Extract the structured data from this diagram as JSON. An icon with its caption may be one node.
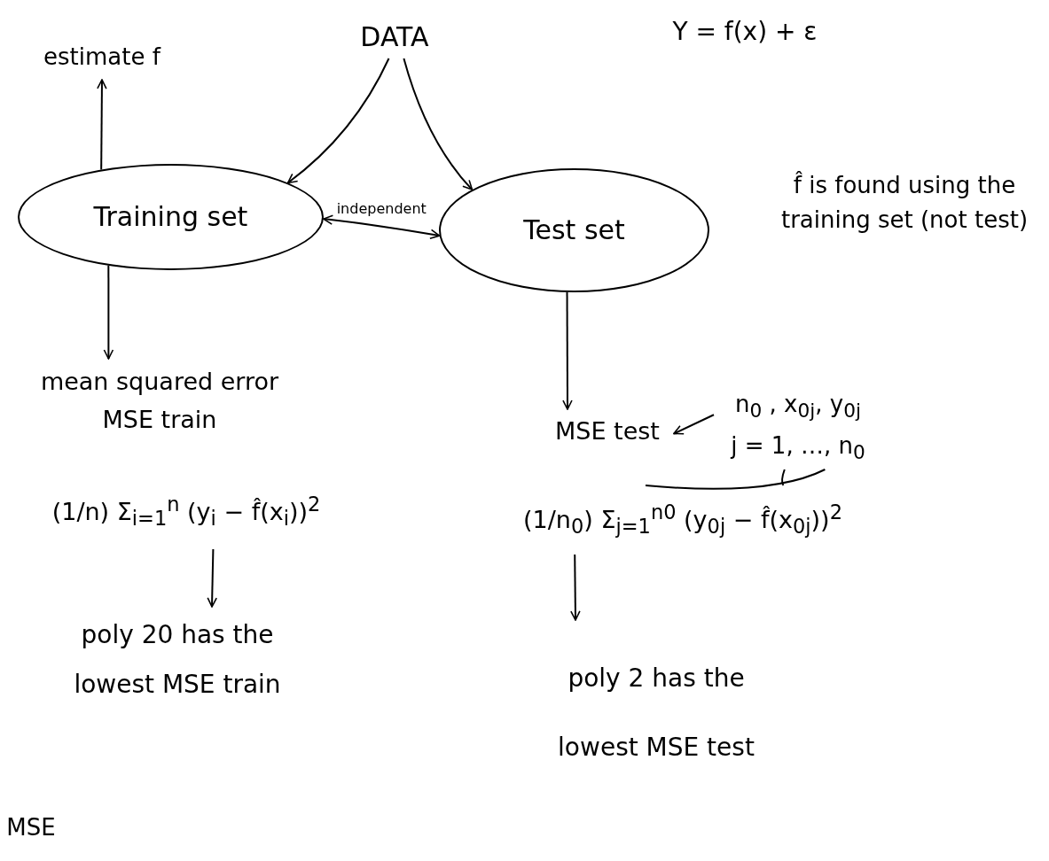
{
  "diagram": {
    "nodes": [
      {
        "text": [
          "DATA"
        ]
      },
      {
        "text": [
          "Training set"
        ]
      },
      {
        "text": [
          "Test set"
        ]
      },
      {
        "text": [
          "estimate f"
        ]
      },
      {
        "text": [
          "mean squared error",
          "MSE train"
        ]
      },
      {
        "text": [
          "(1/n) Σ$_{i=1}$$^{n}$ (y$_{i}$ − f̂(x$_{i}$))$^{2}$"
        ]
      },
      {
        "text": [
          "poly 20 has the lowest MSE train"
        ]
      },
      {
        "text": [
          "MSE test"
        ]
      },
      {
        "text": [
          "n$_{0}$ , x$_{0j}$, y$_{0j}$",
          "j = 1, …, n$_{0}$"
        ]
      },
      {
        "text": [
          "(1/n$_{0}$) Σ$_{j=1}$$^{n0}$ (y$_{0j}$ − f̂(x$_{0j}$))$^{2}$"
        ]
      },
      {
        "text": [
          "poly 2 has the lowest MSE test"
        ]
      }
    ],
    "edges": [
      {
        "from": 0,
        "to": 1,
        "arrow": "to"
      },
      {
        "from": 0,
        "to": 2,
        "arrow": "to"
      },
      {
        "from": 1,
        "to": 2,
        "arrow": "both",
        "label": "independent"
      },
      {
        "from": 1,
        "to": 3,
        "arrow": "to"
      },
      {
        "from": 1,
        "to": 4,
        "arrow": "to"
      },
      {
        "from": 5,
        "to": 6,
        "arrow": "to"
      },
      {
        "from": 2,
        "to": 7,
        "arrow": "to"
      },
      {
        "from": 8,
        "to": 7,
        "arrow": "to"
      },
      {
        "from": 8,
        "to": 9,
        "arrow": "none"
      },
      {
        "from": 8,
        "to": 9,
        "arrow": "none"
      },
      {
        "from": 9,
        "to": 10,
        "arrow": "to"
      }
    ],
    "labels": [
      "Y = f(x) + ε",
      "f̂ is found using the training set (not test)",
      "MSE"
    ]
  }
}
